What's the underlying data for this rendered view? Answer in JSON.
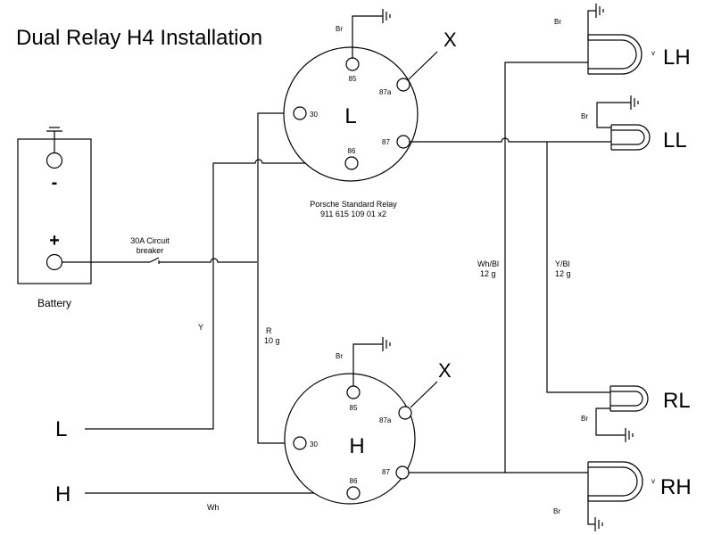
{
  "title": "Dual Relay H4 Installation",
  "battery": {
    "label": "Battery",
    "minus": "-",
    "plus": "+"
  },
  "breaker": {
    "line1": "30A Circuit",
    "line2": "breaker"
  },
  "relay_note": {
    "line1": "Porsche Standard Relay",
    "line2": "911 615 109 01 x2"
  },
  "relay_top": {
    "letter": "L",
    "pin85": "85",
    "pin87a": "87a",
    "pin30": "30",
    "pin87": "87",
    "pin86": "86",
    "ground": "Br",
    "x_mark": "X"
  },
  "relay_bottom": {
    "letter": "H",
    "pin85": "85",
    "pin87a": "87a",
    "pin30": "30",
    "pin87": "87",
    "pin86": "86",
    "ground": "Br",
    "x_mark": "X"
  },
  "inputs": {
    "low": "L",
    "high": "H"
  },
  "wires": {
    "y": "Y",
    "r_line1": "R",
    "r_line2": "10 g",
    "wh": "Wh",
    "whbl_line1": "Wh/Bl",
    "whbl_line2": "12 g",
    "ybl_line1": "Y/Bl",
    "ybl_line2": "12 g"
  },
  "lamps": {
    "lh": {
      "label": "LH",
      "ground": "Br",
      "mark": "v"
    },
    "ll": {
      "label": "LL",
      "ground": "Br"
    },
    "rl": {
      "label": "RL",
      "ground": "Br"
    },
    "rh": {
      "label": "RH",
      "ground": "Br",
      "mark": "v"
    }
  }
}
